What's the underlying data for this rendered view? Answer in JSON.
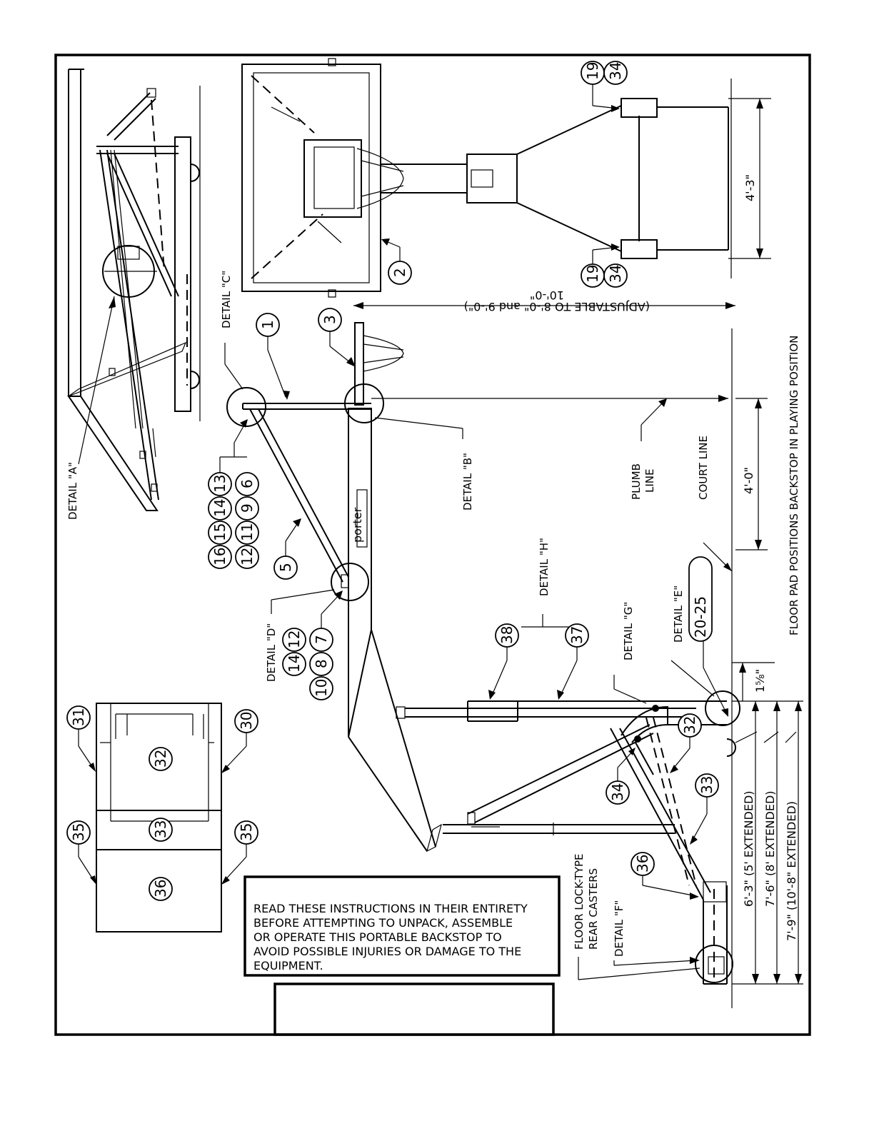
{
  "notice": {
    "lines": [
      "READ THESE INSTRUCTIONS IN THEIR ENTIRETY",
      "BEFORE ATTEMPTING TO UNPACK, ASSEMBLE",
      "OR OPERATE THIS PORTABLE BACKSTOP TO",
      "AVOID POSSIBLE INJURIES OR DAMAGE TO THE",
      "EQUIPMENT."
    ]
  },
  "detail_labels": {
    "a": "DETAIL \"A\"",
    "b": "DETAIL \"B\"",
    "c": "DETAIL \"C\"",
    "d": "DETAIL \"D\"",
    "e": "DETAIL \"E\"",
    "f": "DETAIL \"F\"",
    "g": "DETAIL \"G\"",
    "h": "DETAIL \"H\""
  },
  "notes": {
    "floor_pad": "FLOOR PAD POSITIONS BACKSTOP IN PLAYING POSITION",
    "plumb_1": "PLUMB",
    "plumb_2": "LINE",
    "court_line": "COURT LINE",
    "casters_1": "FLOOR LOCK-TYPE",
    "casters_2": "REAR CASTERS",
    "brand": "porter"
  },
  "dimensions": {
    "base_width": "4'-3\"",
    "rim_height": "10'-0\"",
    "rim_adjustable": "(ADJUSTABLE TO 8'-0\" and 9'-0\")",
    "extension": "4'-0\"",
    "offset": "1⅝\"",
    "ext_5": "6'-3\" (5' EXTENDED)",
    "ext_8": "7'-6\" (8' EXTENDED)",
    "ext_10": "7'-9\" (10'-8\" EXTENDED)"
  },
  "parts": {
    "p1": "1",
    "p2": "2",
    "p3": "3",
    "p5": "5",
    "p6": "6",
    "p7": "7",
    "p8": "8",
    "p9": "9",
    "p10": "10",
    "p11": "11",
    "p12": "12",
    "p13": "13",
    "p14": "14",
    "p15": "15",
    "p16": "16",
    "p19": "19",
    "p34": "34",
    "p20_25": "20-25",
    "p30": "30",
    "p31": "31",
    "p32": "32",
    "p33": "33",
    "p35": "35",
    "p36": "36",
    "p37": "37",
    "p38": "38"
  }
}
